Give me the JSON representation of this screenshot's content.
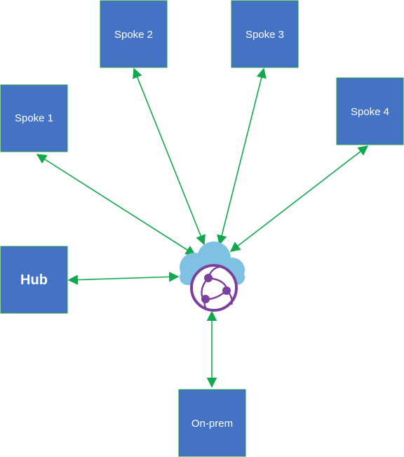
{
  "diagram": {
    "nodes": {
      "spoke1": {
        "label": "Spoke 1"
      },
      "spoke2": {
        "label": "Spoke 2"
      },
      "spoke3": {
        "label": "Spoke 3"
      },
      "spoke4": {
        "label": "Spoke 4"
      },
      "hub": {
        "label": "Hub"
      },
      "onprem": {
        "label": "On-prem"
      }
    },
    "center_icon": "virtual-wan-cloud-icon",
    "colors": {
      "node_fill": "#4472c4",
      "node_border": "#1e9a46",
      "edge": "#11a84e",
      "cloud": "#7fc1e3",
      "globe": "#7b3f9e"
    },
    "edges": [
      {
        "from": "spoke1",
        "to": "center",
        "bidirectional": true
      },
      {
        "from": "spoke2",
        "to": "center",
        "bidirectional": true
      },
      {
        "from": "spoke3",
        "to": "center",
        "bidirectional": true
      },
      {
        "from": "spoke4",
        "to": "center",
        "bidirectional": true
      },
      {
        "from": "hub",
        "to": "center",
        "bidirectional": true
      },
      {
        "from": "onprem",
        "to": "center",
        "bidirectional": true
      }
    ]
  }
}
